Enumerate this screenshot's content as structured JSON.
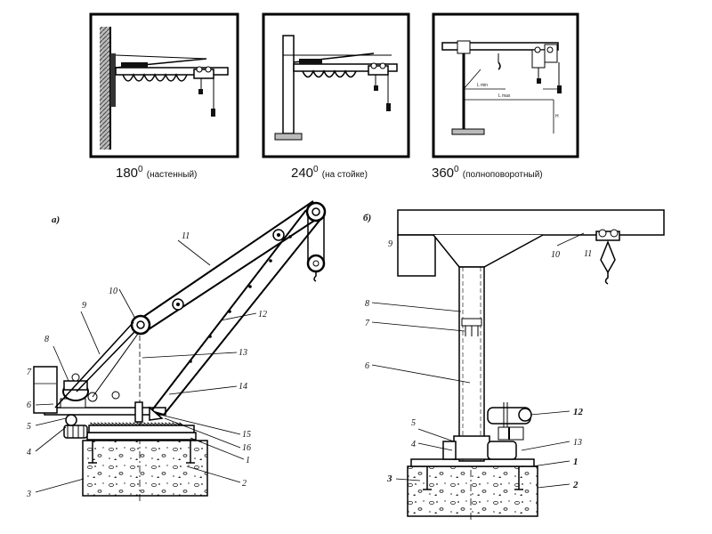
{
  "thumbnails": [
    {
      "angle": "180",
      "degree": "0",
      "note": "(настенный)"
    },
    {
      "angle": "240",
      "degree": "0",
      "note": "(на стойке)"
    },
    {
      "angle": "360",
      "degree": "0",
      "note": "(полноповоротный)"
    }
  ],
  "thumb3_dims": {
    "lmin": "L min",
    "lmax": "L max",
    "h": "H"
  },
  "panel_a": {
    "tag": "а)",
    "labels": [
      "1",
      "2",
      "3",
      "4",
      "5",
      "6",
      "7",
      "8",
      "9",
      "10",
      "11",
      "12",
      "13",
      "14",
      "15",
      "16"
    ]
  },
  "panel_b": {
    "tag": "б)",
    "labels": [
      "1",
      "2",
      "3",
      "4",
      "5",
      "6",
      "7",
      "8",
      "9",
      "10",
      "11",
      "12",
      "13"
    ]
  }
}
